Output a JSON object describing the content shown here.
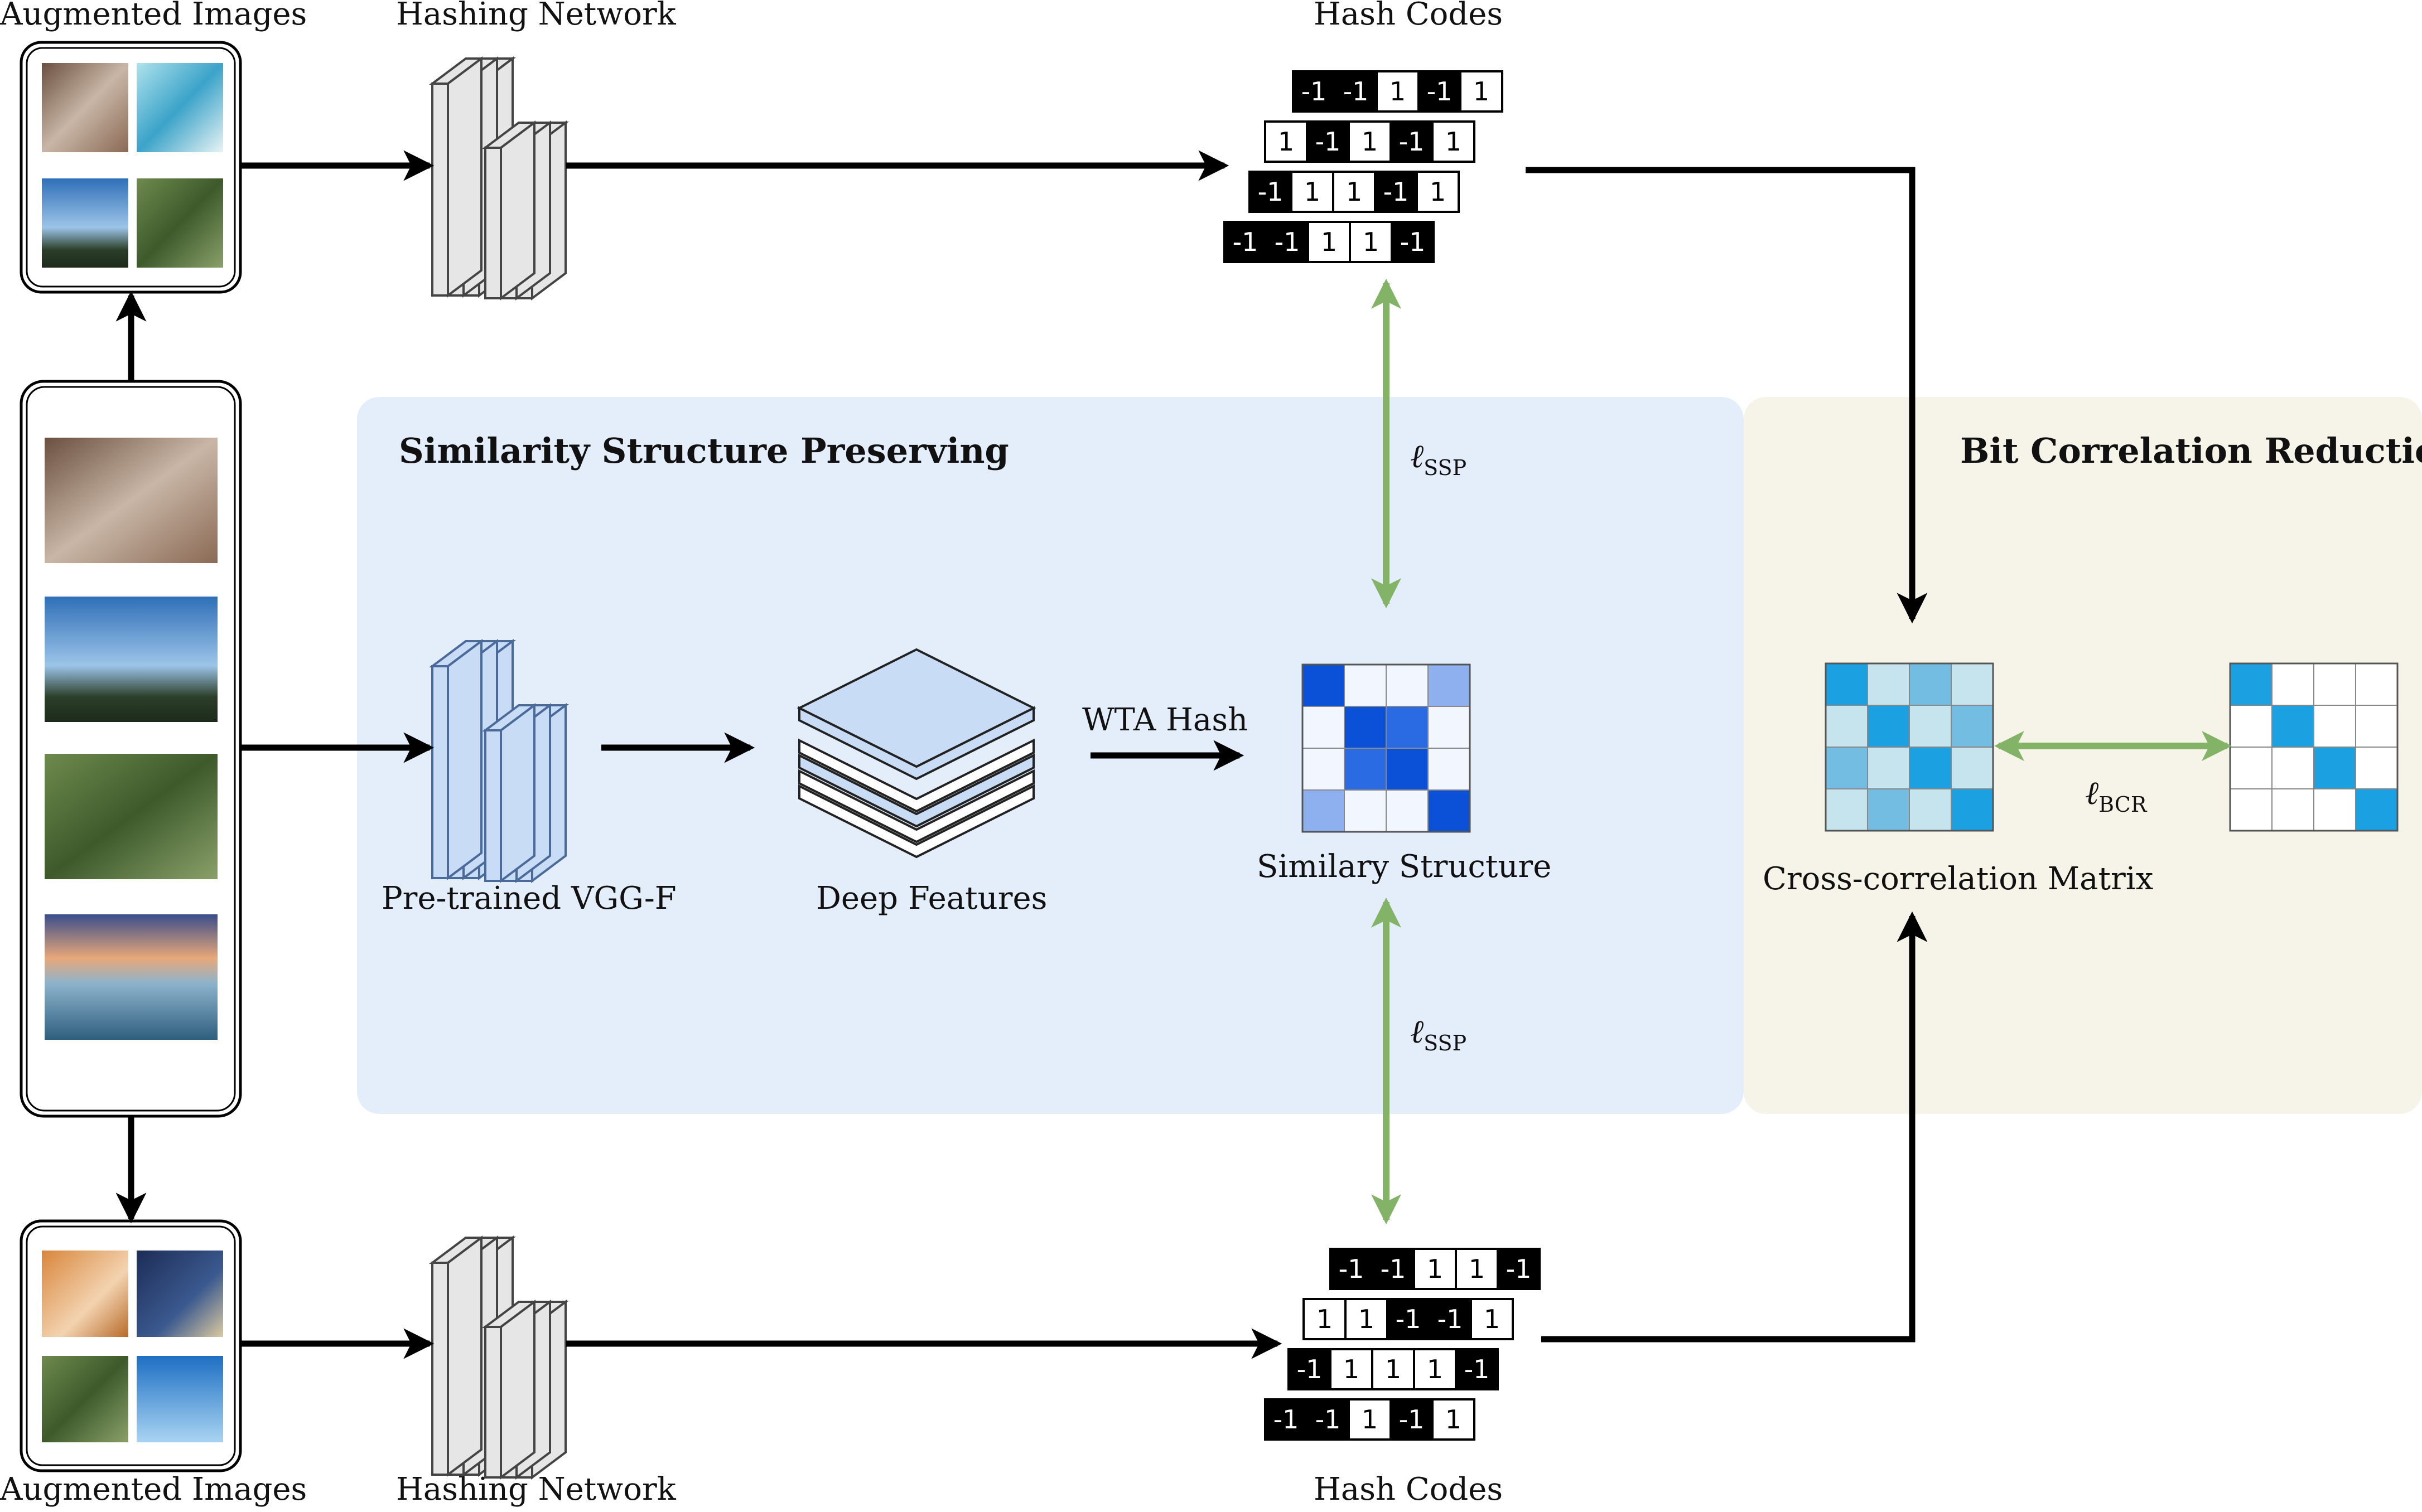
{
  "labels": {
    "augmented_top": "Augmented Images",
    "augmented_bottom": "Augmented Images",
    "hashing_top": "Hashing Network",
    "hashing_bottom": "Hashing Network",
    "hash_codes_top": "Hash Codes",
    "hash_codes_bottom": "Hash Codes",
    "ssp_title": "Similarity Structure Preserving",
    "bcr_title": "Bit Correlation Reduction",
    "vgg": "Pre-trained VGG-F",
    "deep_features": "Deep Features",
    "wta": "WTA Hash",
    "similarity": "Similary Structure",
    "cross_corr": "Cross-correlation Matrix",
    "loss_ssp_top": "ℓ",
    "loss_ssp_top_sub": "SSP",
    "loss_ssp_bottom": "ℓ",
    "loss_ssp_bottom_sub": "SSP",
    "loss_bcr": "ℓ",
    "loss_bcr_sub": "BCR"
  },
  "hash_codes_top": [
    [
      "-1",
      "-1",
      "1",
      "-1",
      "1"
    ],
    [
      "1",
      "-1",
      "1",
      "-1",
      "1"
    ],
    [
      "-1",
      "1",
      "1",
      "-1",
      "1"
    ],
    [
      "-1",
      "-1",
      "1",
      "1",
      "-1"
    ]
  ],
  "hash_codes_bottom": [
    [
      "-1",
      "-1",
      "1",
      "1",
      "-1"
    ],
    [
      "1",
      "1",
      "-1",
      "-1",
      "1"
    ],
    [
      "-1",
      "1",
      "1",
      "1",
      "-1"
    ],
    [
      "-1",
      "-1",
      "1",
      "-1",
      "1"
    ]
  ],
  "colors": {
    "ssp_panel": "#e4eefb",
    "bcr_panel": "#f6f4e9",
    "green_arrow": "#82b366",
    "code_dark": "#000000",
    "code_light": "#ffffff",
    "feature_blue": "#c8dcf5",
    "network_gray": "#e6e6e6"
  },
  "similarity_matrix": [
    [
      "#0b51d8",
      "#f2f6fe",
      "#f2f6fe",
      "#8fb0ee"
    ],
    [
      "#f2f6fe",
      "#0b51d8",
      "#2a6ae3",
      "#f2f6fe"
    ],
    [
      "#f2f6fe",
      "#2a6ae3",
      "#0b51d8",
      "#f2f6fe"
    ],
    [
      "#8fb0ee",
      "#f2f6fe",
      "#f2f6fe",
      "#0b51d8"
    ]
  ],
  "cross_corr_matrix": [
    [
      "#1ba1e2",
      "#c5e4ee",
      "#73bde3",
      "#c5e4ee"
    ],
    [
      "#c5e4ee",
      "#1ba1e2",
      "#c5e4ee",
      "#73bde3"
    ],
    [
      "#73bde3",
      "#c5e4ee",
      "#1ba1e2",
      "#c5e4ee"
    ],
    [
      "#c5e4ee",
      "#73bde3",
      "#c5e4ee",
      "#1ba1e2"
    ]
  ],
  "identity_matrix": [
    [
      "#1ba1e2",
      "#ffffff",
      "#ffffff",
      "#ffffff"
    ],
    [
      "#ffffff",
      "#1ba1e2",
      "#ffffff",
      "#ffffff"
    ],
    [
      "#ffffff",
      "#ffffff",
      "#1ba1e2",
      "#ffffff"
    ],
    [
      "#ffffff",
      "#ffffff",
      "#ffffff",
      "#1ba1e2"
    ]
  ]
}
